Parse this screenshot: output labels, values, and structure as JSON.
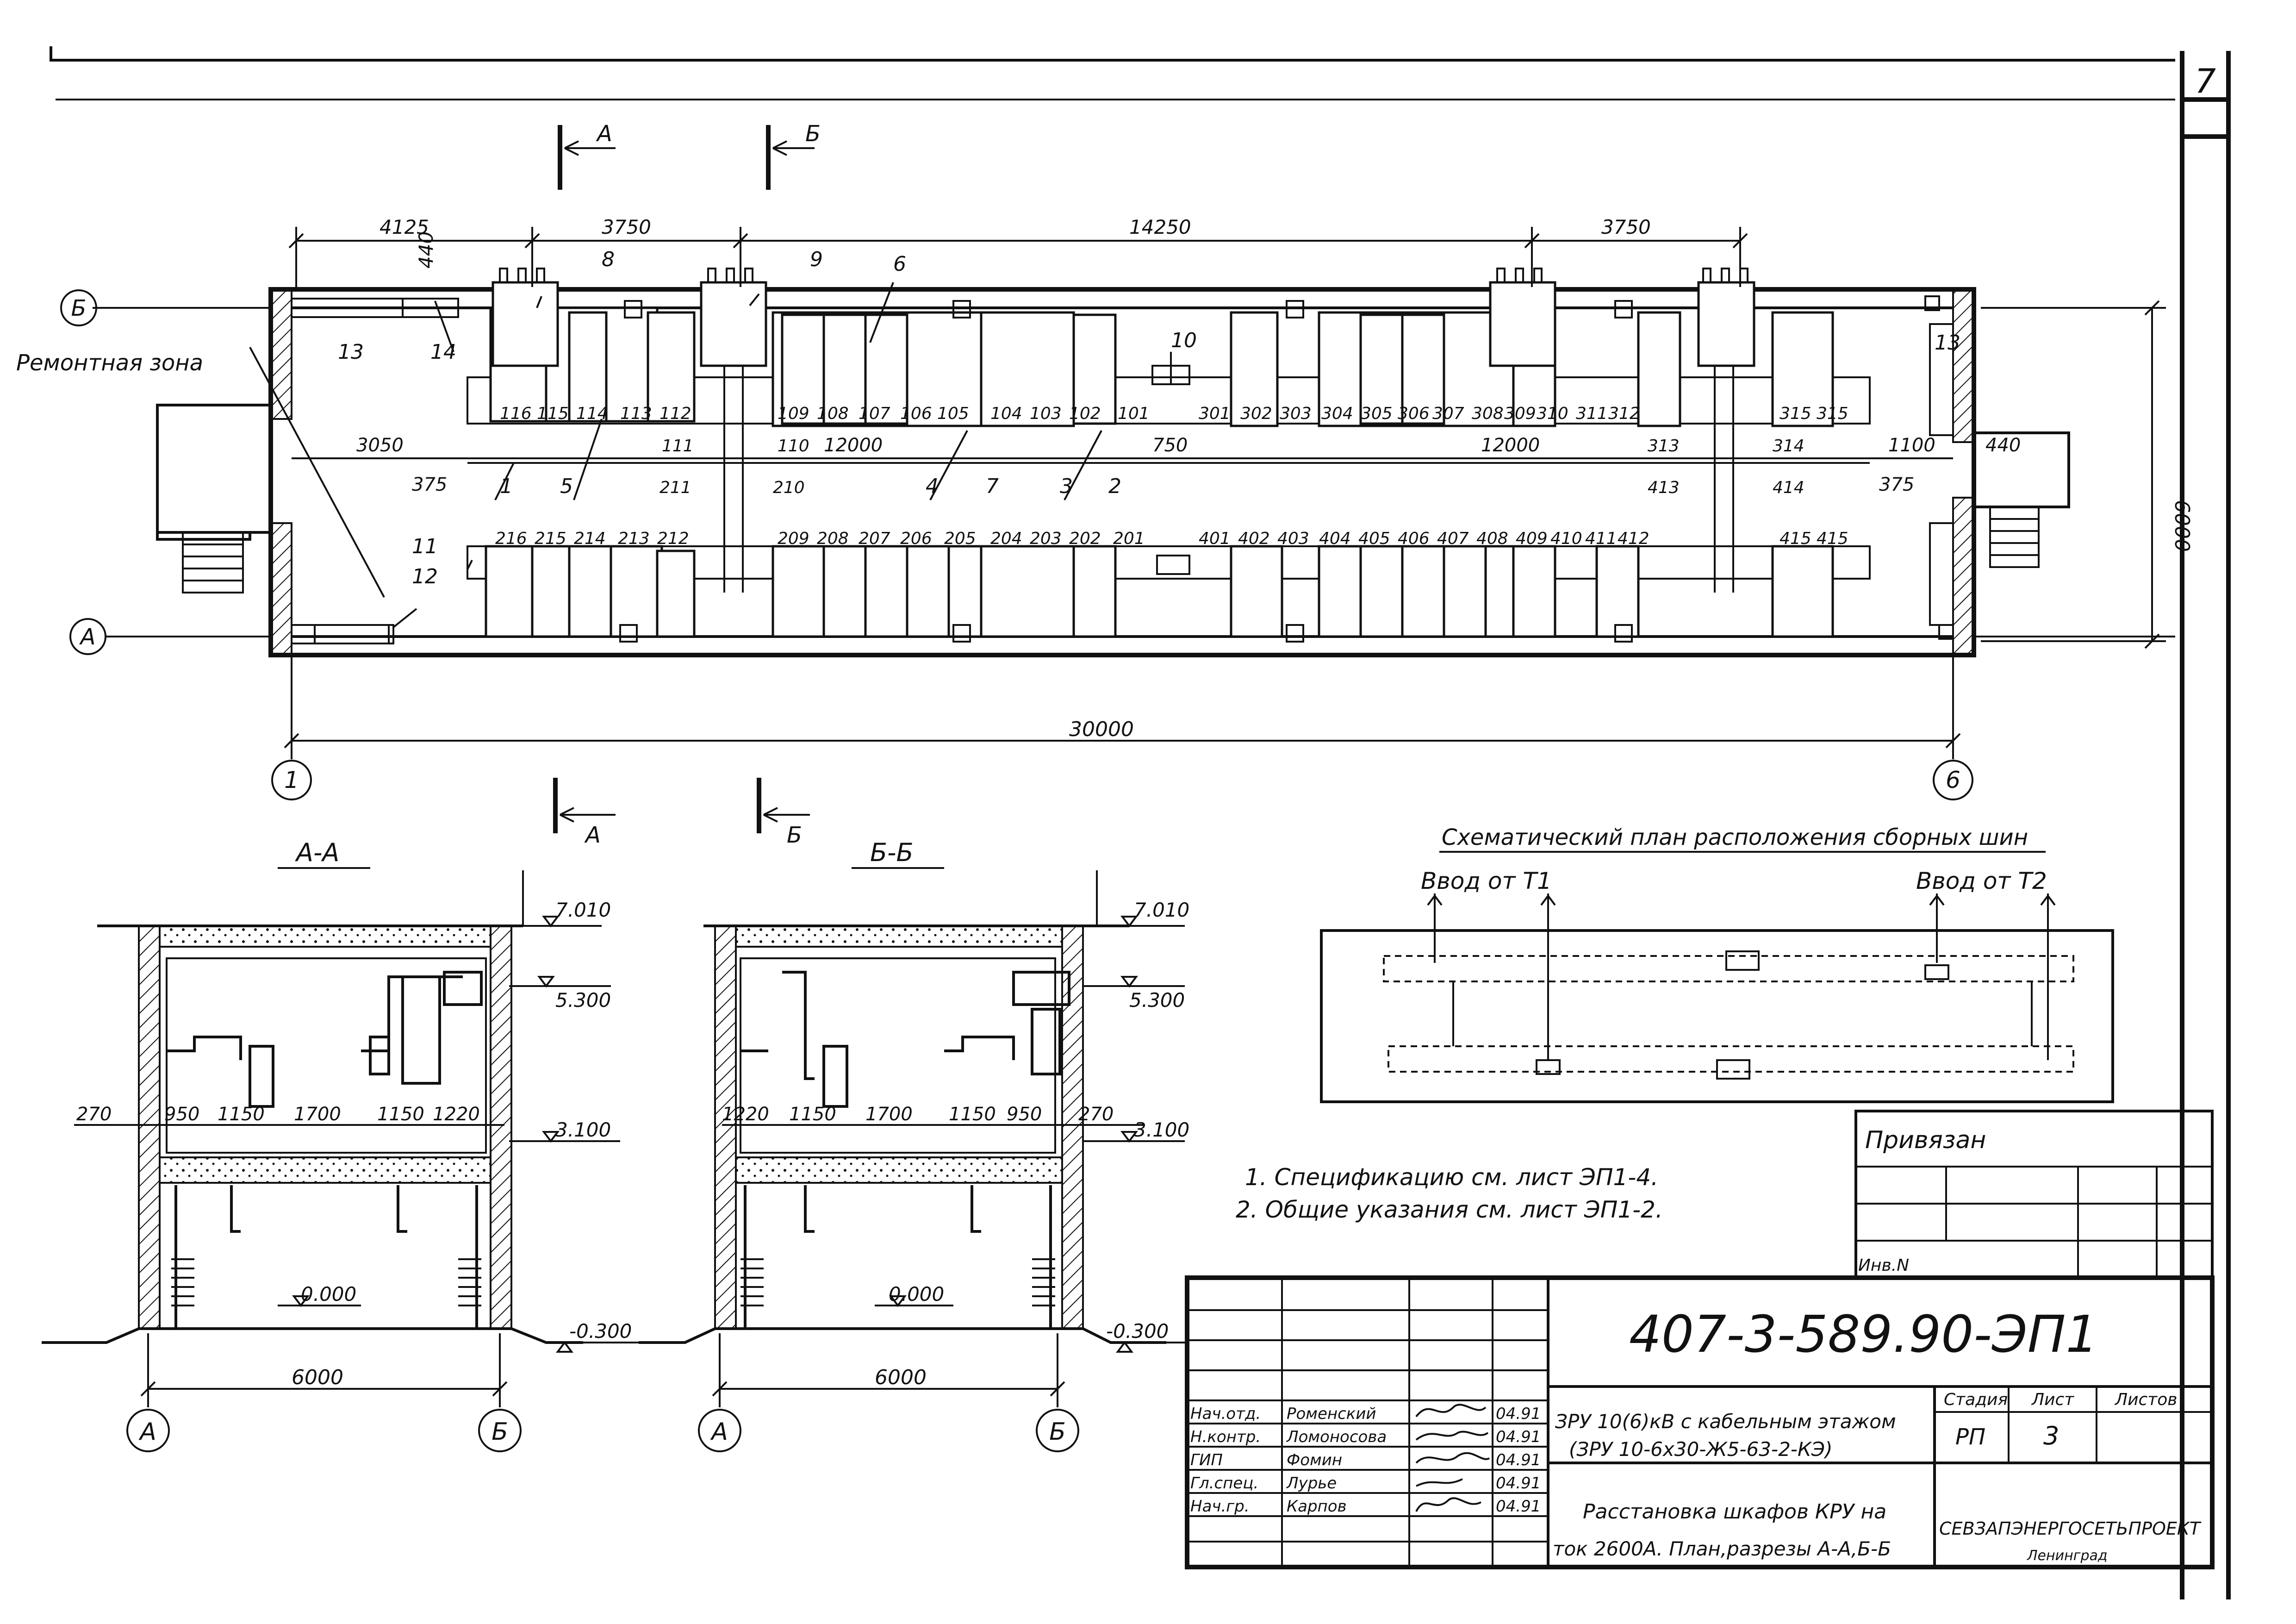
{
  "sheet_number": "7",
  "plan": {
    "dim_top": [
      "4125",
      "3750",
      "14250",
      "3750"
    ],
    "dim_440_top": "440",
    "dim_right": "6000",
    "dim_3050": "3050",
    "dim_12000_left": "12000",
    "dim_12000_right": "12000",
    "dim_750": "750",
    "dim_1100": "1100",
    "dim_440_right": "440",
    "dim_375_left": "375",
    "dim_375_right": "375",
    "dim_30000": "30000",
    "repair_zone": "Ремонтная зона",
    "axes": {
      "b": "Б",
      "a": "А",
      "one": "1",
      "six": "6"
    },
    "section_marks": {
      "a": "А",
      "b": "Б"
    },
    "row1_left": [
      "116",
      "115",
      "114",
      "113",
      "112"
    ],
    "row1_mid": [
      "109",
      "108",
      "107",
      "106",
      "105",
      "104",
      "103",
      "102",
      "101"
    ],
    "row3": [
      "301",
      "302",
      "303",
      "304",
      "305",
      "306",
      "307",
      "308",
      "309",
      "310",
      "311",
      "312"
    ],
    "row3_end": [
      "315",
      "315"
    ],
    "row2_left": [
      "216",
      "215",
      "214",
      "213",
      "212"
    ],
    "row2_mid": [
      "209",
      "208",
      "207",
      "206",
      "205",
      "204",
      "203",
      "202",
      "201"
    ],
    "row4": [
      "401",
      "402",
      "403",
      "404",
      "405",
      "406",
      "407",
      "408",
      "409",
      "410",
      "411",
      "412"
    ],
    "row4_end": [
      "415",
      "415"
    ],
    "bus_labels": {
      "l111": "111",
      "l110": "110",
      "l313": "313",
      "l314": "314",
      "l211": "211",
      "l210": "210",
      "l413": "413",
      "l414": "414"
    },
    "callouts": {
      "c1": "1",
      "c2": "2",
      "c3": "3",
      "c4": "4",
      "c5": "5",
      "c6": "6",
      "c7": "7",
      "c8": "8",
      "c9": "9",
      "c10": "10",
      "c11": "11",
      "c12": "12",
      "c13a": "13",
      "c13b": "13",
      "c14": "14"
    }
  },
  "sections": {
    "aa": {
      "title": "А-А",
      "elev_top": "7.010",
      "elev_bus": "5.300",
      "elev_floor": "3.100",
      "elev_zero": "0.000",
      "elev_ground": "-0.300",
      "widths": [
        "270",
        "950",
        "1150",
        "1700",
        "1150",
        "1220"
      ],
      "width_total": "6000",
      "axis_left": "А",
      "axis_right": "Б"
    },
    "bb": {
      "title": "Б-Б",
      "elev_top": "7.010",
      "elev_bus": "5.300",
      "elev_floor": "3.100",
      "elev_zero": "0.000",
      "elev_ground": "-0.300",
      "widths": [
        "1220",
        "1150",
        "1700",
        "1150",
        "950",
        "270"
      ],
      "width_total": "6000",
      "axis_left": "А",
      "axis_right": "Б"
    }
  },
  "busbar_scheme": {
    "title": "Схематический план расположения сборных шин",
    "input_t1": "Ввод от Т1",
    "input_t2": "Ввод от Т2"
  },
  "notes": [
    "1. Спецификацию см. лист ЭП1-4.",
    "2. Общие указания см. лист ЭП1-2."
  ],
  "privyazan": {
    "title": "Привязан",
    "inv": "Инв.N"
  },
  "title_block": {
    "code": "407-3-589.90-ЭП1",
    "object_line1": "ЗРУ 10(6)кВ с кабельным этажом",
    "object_line2": "(ЗРУ 10-6х30-Ж5-63-2-КЭ)",
    "sheet_line1": "Расстановка шкафов КРУ на",
    "sheet_line2": "ток 2600А. План,разрезы А-А,Б-Б",
    "stage_header": "Стадия",
    "list_header": "Лист",
    "lists_header": "Листов",
    "stage": "РП",
    "sheet": "3",
    "organization": "СЕВЗАПЭНЕРГОСЕТЬПРОЕКТ",
    "city": "Ленинград",
    "staff": [
      {
        "role": "Нач.отд.",
        "name": "Роменский",
        "date": "04.91"
      },
      {
        "role": "Н.контр.",
        "name": "Ломоносова",
        "date": "04.91"
      },
      {
        "role": "ГИП",
        "name": "Фомин",
        "date": "04.91"
      },
      {
        "role": "Гл.спец.",
        "name": "Лурье",
        "date": "04.91"
      },
      {
        "role": "Нач.гр.",
        "name": "Карпов",
        "date": "04.91"
      }
    ]
  }
}
